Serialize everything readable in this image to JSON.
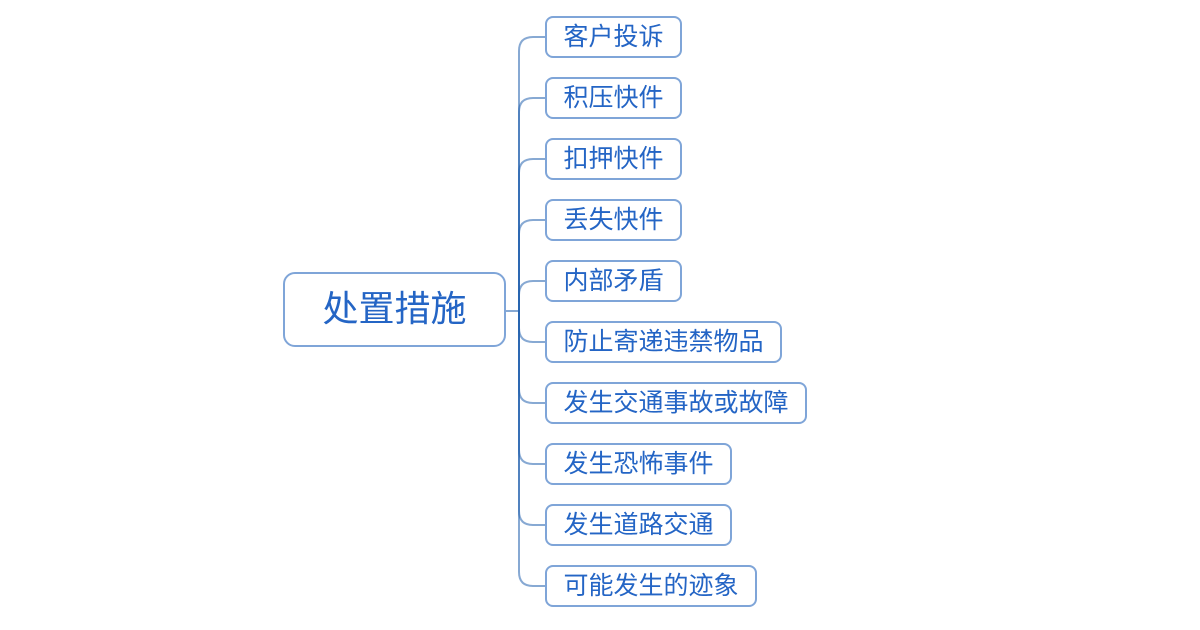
{
  "diagram": {
    "type": "mindmap",
    "root": {
      "label": "处置措施"
    },
    "children": [
      {
        "label": "客户投诉"
      },
      {
        "label": "积压快件"
      },
      {
        "label": "扣押快件"
      },
      {
        "label": "丢失快件"
      },
      {
        "label": "内部矛盾"
      },
      {
        "label": "防止寄递违禁物品"
      },
      {
        "label": "发生交通事故或故障"
      },
      {
        "label": "发生恐怖事件"
      },
      {
        "label": "发生道路交通"
      },
      {
        "label": "可能发生的迹象"
      }
    ],
    "colors": {
      "text": "#2465c5",
      "node_border": "#7fa5d8",
      "connector": "rgba(37,99,175,0.55)",
      "background": "#ffffff"
    }
  }
}
